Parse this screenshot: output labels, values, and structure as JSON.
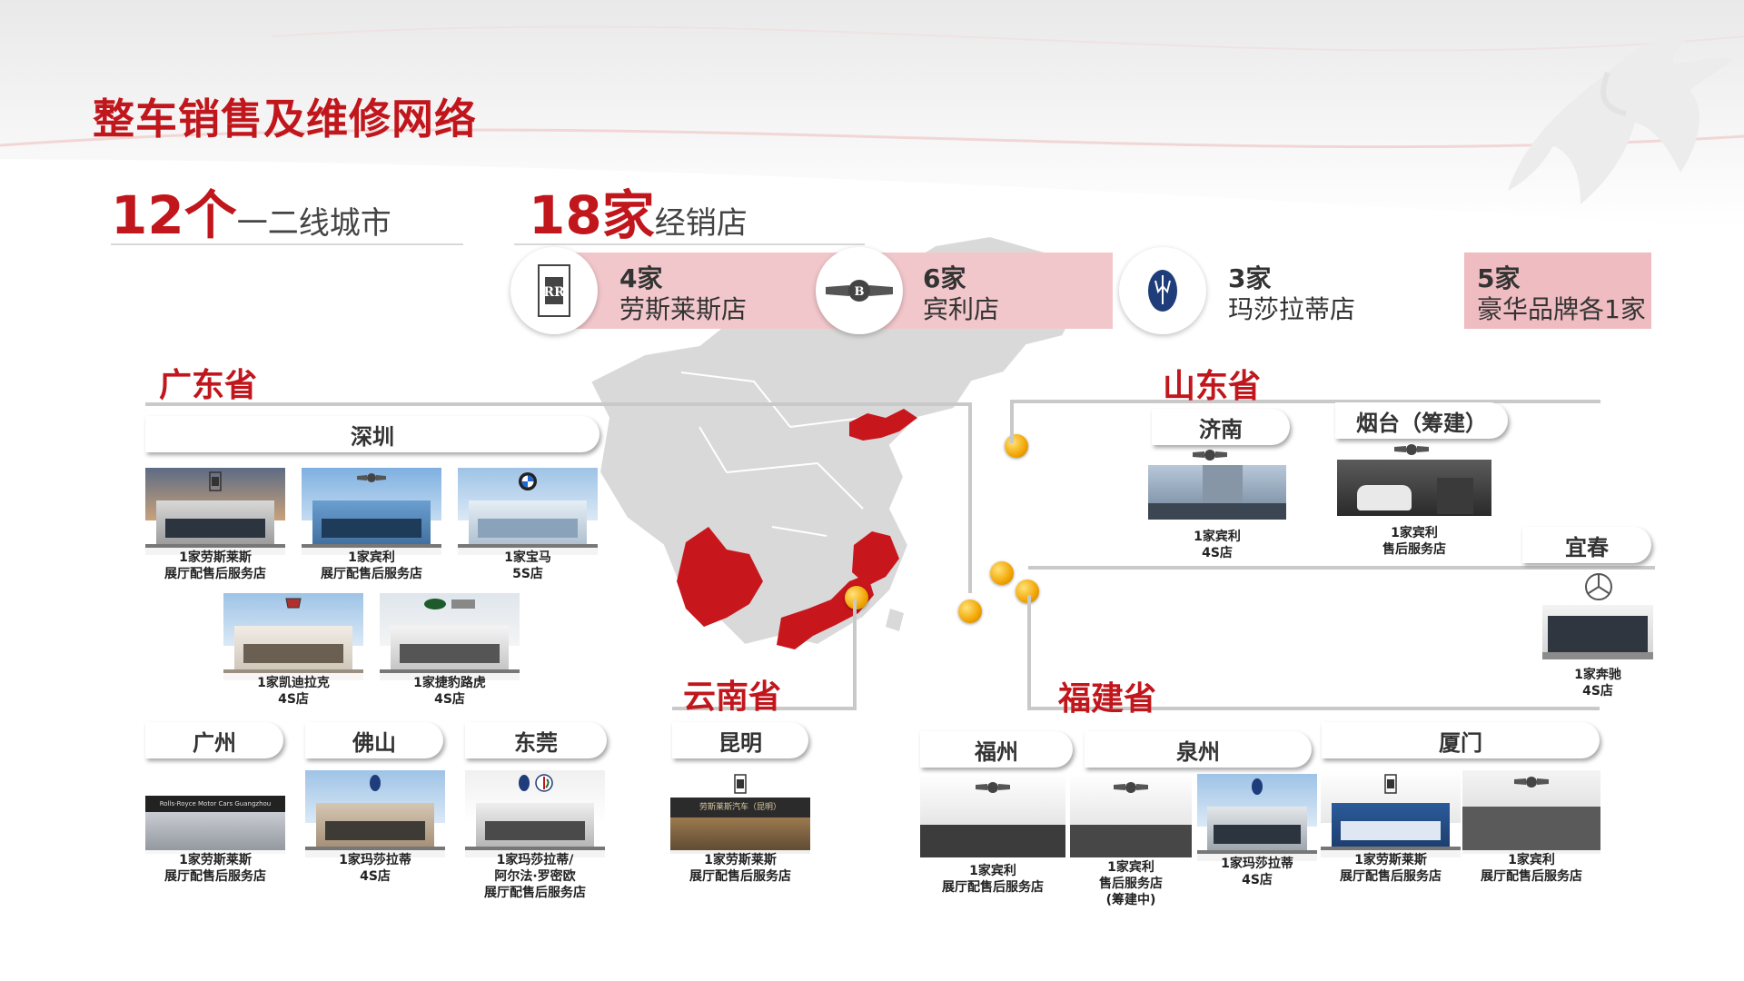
{
  "title": "整车销售及维修网络",
  "stats": {
    "cities_number": "12个",
    "cities_label": "一二线城市",
    "dealers_number": "18家",
    "dealers_label": "经销店"
  },
  "brands": [
    {
      "count": "4家",
      "name": "劳斯莱斯店",
      "icon": "rolls-royce-logo"
    },
    {
      "count": "6家",
      "name": "宾利店",
      "icon": "bentley-logo"
    },
    {
      "count": "3家",
      "name": "玛莎拉蒂店",
      "icon": "maserati-logo"
    },
    {
      "count": "5家",
      "name": "豪华品牌各1家"
    }
  ],
  "provinces": {
    "guangdong": "广东省",
    "shandong": "山东省",
    "yunnan": "云南省",
    "fujian": "福建省"
  },
  "cities": {
    "shenzhen": "深圳",
    "guangzhou": "广州",
    "foshan": "佛山",
    "dongguan": "东莞",
    "kunming": "昆明",
    "jinan": "济南",
    "yantai": "烟台（筹建）",
    "yichun": "宜春",
    "fuzhou": "福州",
    "quanzhou": "泉州",
    "xiamen": "厦门"
  },
  "stores": {
    "sz_rr": [
      "1家劳斯莱斯",
      "展厅配售后服务店"
    ],
    "sz_bentley": [
      "1家宾利",
      "展厅配售后服务店"
    ],
    "sz_bmw": [
      "1家宝马",
      "5S店"
    ],
    "sz_cadillac": [
      "1家凯迪拉克",
      "4S店"
    ],
    "sz_jlr": [
      "1家捷豹路虎",
      "4S店"
    ],
    "gz_rr": [
      "1家劳斯莱斯",
      "展厅配售后服务店"
    ],
    "fs_maserati": [
      "1家玛莎拉蒂",
      "4S店"
    ],
    "dg_maserati": [
      "1家玛莎拉蒂/",
      "阿尔法·罗密欧",
      "展厅配售后服务店"
    ],
    "km_rr": [
      "1家劳斯莱斯",
      "展厅配售后服务店"
    ],
    "jn_bentley": [
      "1家宾利",
      "4S店"
    ],
    "yt_bentley": [
      "1家宾利",
      "售后服务店"
    ],
    "yc_benz": [
      "1家奔驰",
      "4S店"
    ],
    "fz_bentley": [
      "1家宾利",
      "展厅配售后服务店"
    ],
    "qz_bentley": [
      "1家宾利",
      "售后服务店",
      "(筹建中)"
    ],
    "qz_maserati": [
      "1家玛莎拉蒂",
      "4S店"
    ],
    "xm_rr": [
      "1家劳斯莱斯",
      "展厅配售后服务店"
    ],
    "xm_bentley": [
      "1家宾利",
      "展厅配售后服务店"
    ]
  },
  "photo_signs": {
    "gz_rr": "Rolls-Royce Motor Cars Guangzhou",
    "km_rr": "劳斯莱斯汽车（昆明）"
  },
  "colors": {
    "accent_red": "#c0161c",
    "brand_bar_pink": "#f2c7cb",
    "map_gray": "#d9d9d9",
    "map_highlight": "#c8161d",
    "marker_gold": "#f2a500"
  }
}
